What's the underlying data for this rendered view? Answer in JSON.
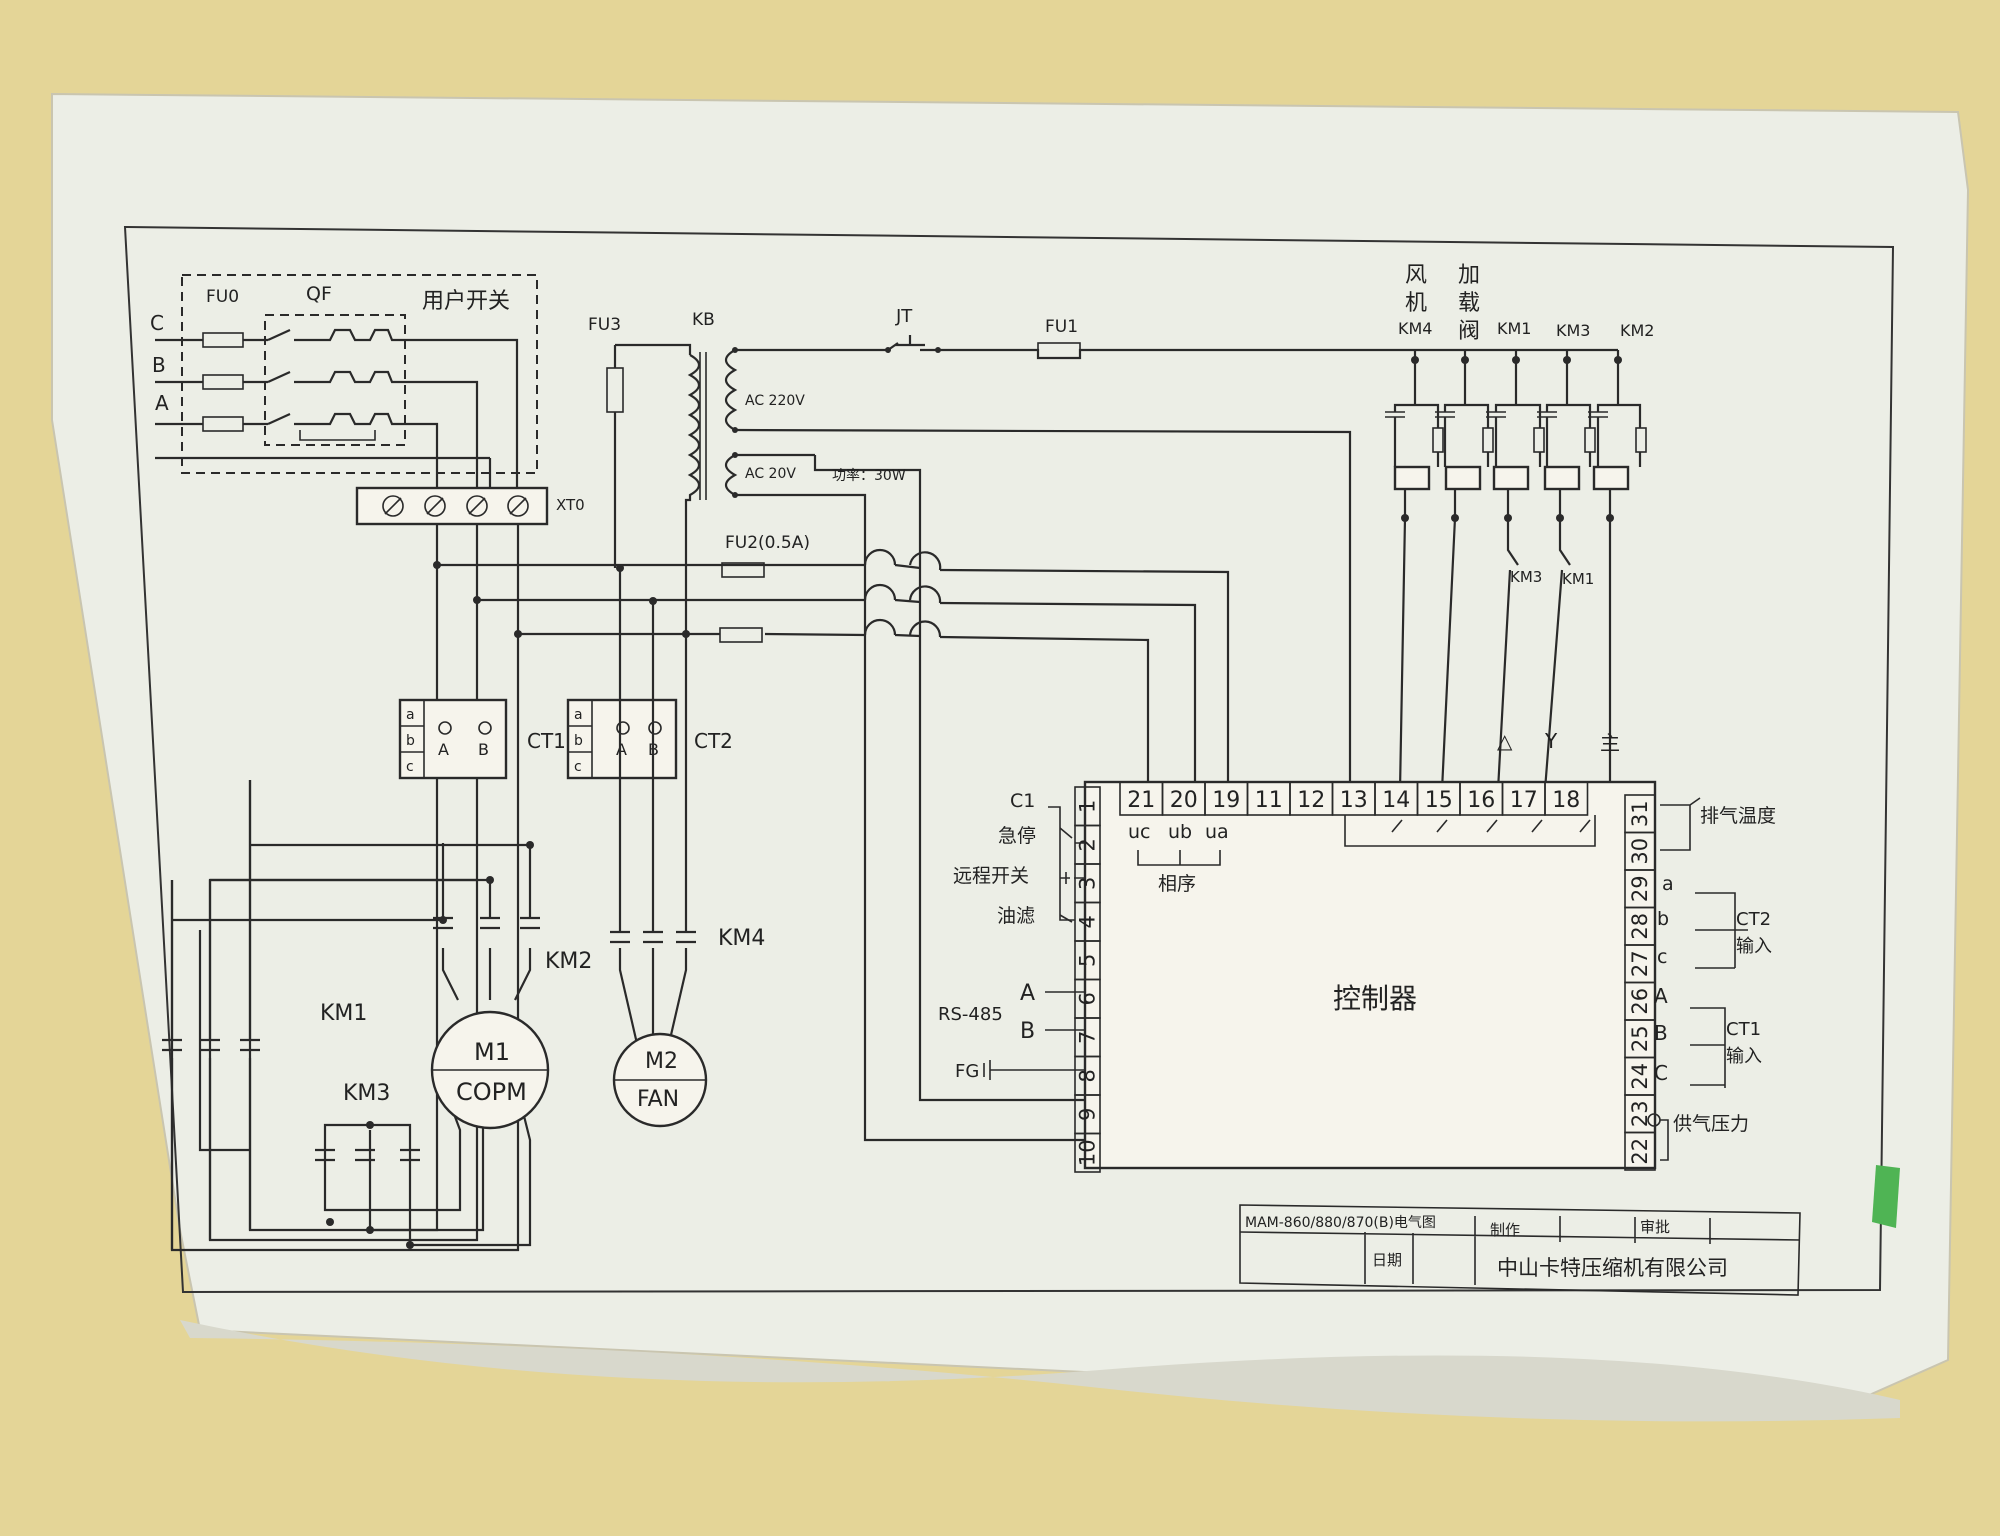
{
  "mains": {
    "phase_c": "C",
    "phase_b": "B",
    "phase_a": "A",
    "fu0": "FU0",
    "qf": "QF",
    "user_switch": "用户开关",
    "xt0": "XT0"
  },
  "transformer": {
    "fu3": "FU3",
    "kb": "KB",
    "ac220": "AC 220V",
    "ac20": "AC 20V",
    "power": "功率：30W",
    "jt": "JT",
    "fu1": "FU1",
    "fu2": "FU2(0.5A)"
  },
  "relays": {
    "fan_valve_labels": [
      "风",
      "机",
      "KM4",
      "加",
      "载",
      "阀"
    ],
    "km1": "KM1",
    "km3": "KM3",
    "km2": "KM2",
    "inter_km3": "KM3",
    "inter_km1": "KM1",
    "delta": "△",
    "wye": "Y",
    "main": "主"
  },
  "ct": {
    "ct1": "CT1",
    "ct2": "CT2",
    "abc": [
      "a",
      "b",
      "c"
    ],
    "A": "A",
    "B": "B"
  },
  "motors": {
    "km1": "KM1",
    "km2": "KM2",
    "km3": "KM3",
    "km4": "KM4",
    "m1": "M1",
    "copm": "COPM",
    "m2": "M2",
    "fan": "FAN"
  },
  "controller": {
    "title": "控制器",
    "top_terminals": [
      "21",
      "20",
      "19",
      "11",
      "12",
      "13",
      "14",
      "15",
      "16",
      "17",
      "18"
    ],
    "left_terminals": [
      "1",
      "2",
      "3",
      "4",
      "5",
      "6",
      "7",
      "8",
      "9",
      "10"
    ],
    "right_terminals": [
      "31",
      "30",
      "29",
      "28",
      "27",
      "26",
      "25",
      "24",
      "23",
      "22"
    ],
    "phase_labels": [
      "uc",
      "ub",
      "ua"
    ],
    "phase_sequence": "相序",
    "left_labels": {
      "c1": "C1",
      "estop": "急停",
      "remote": "远程开关",
      "oil_filter": "油滤",
      "rs485": "RS-485",
      "a": "A",
      "b": "B",
      "fg": "FG"
    },
    "right_labels": {
      "exhaust_temp": "排气温度",
      "a": "a",
      "b": "b",
      "c": "c",
      "ct2_input": [
        "CT2",
        "输入"
      ],
      "A": "A",
      "B": "B",
      "C": "C",
      "ct1_input": [
        "CT1",
        "输入"
      ],
      "supply_pressure": "供气压力"
    }
  },
  "title_block": {
    "drawing": "MAM-860/880/870(B)电气图",
    "made_by": "制作",
    "approved": "审批",
    "date": "日期",
    "company": "中山卡特压缩机有限公司"
  }
}
